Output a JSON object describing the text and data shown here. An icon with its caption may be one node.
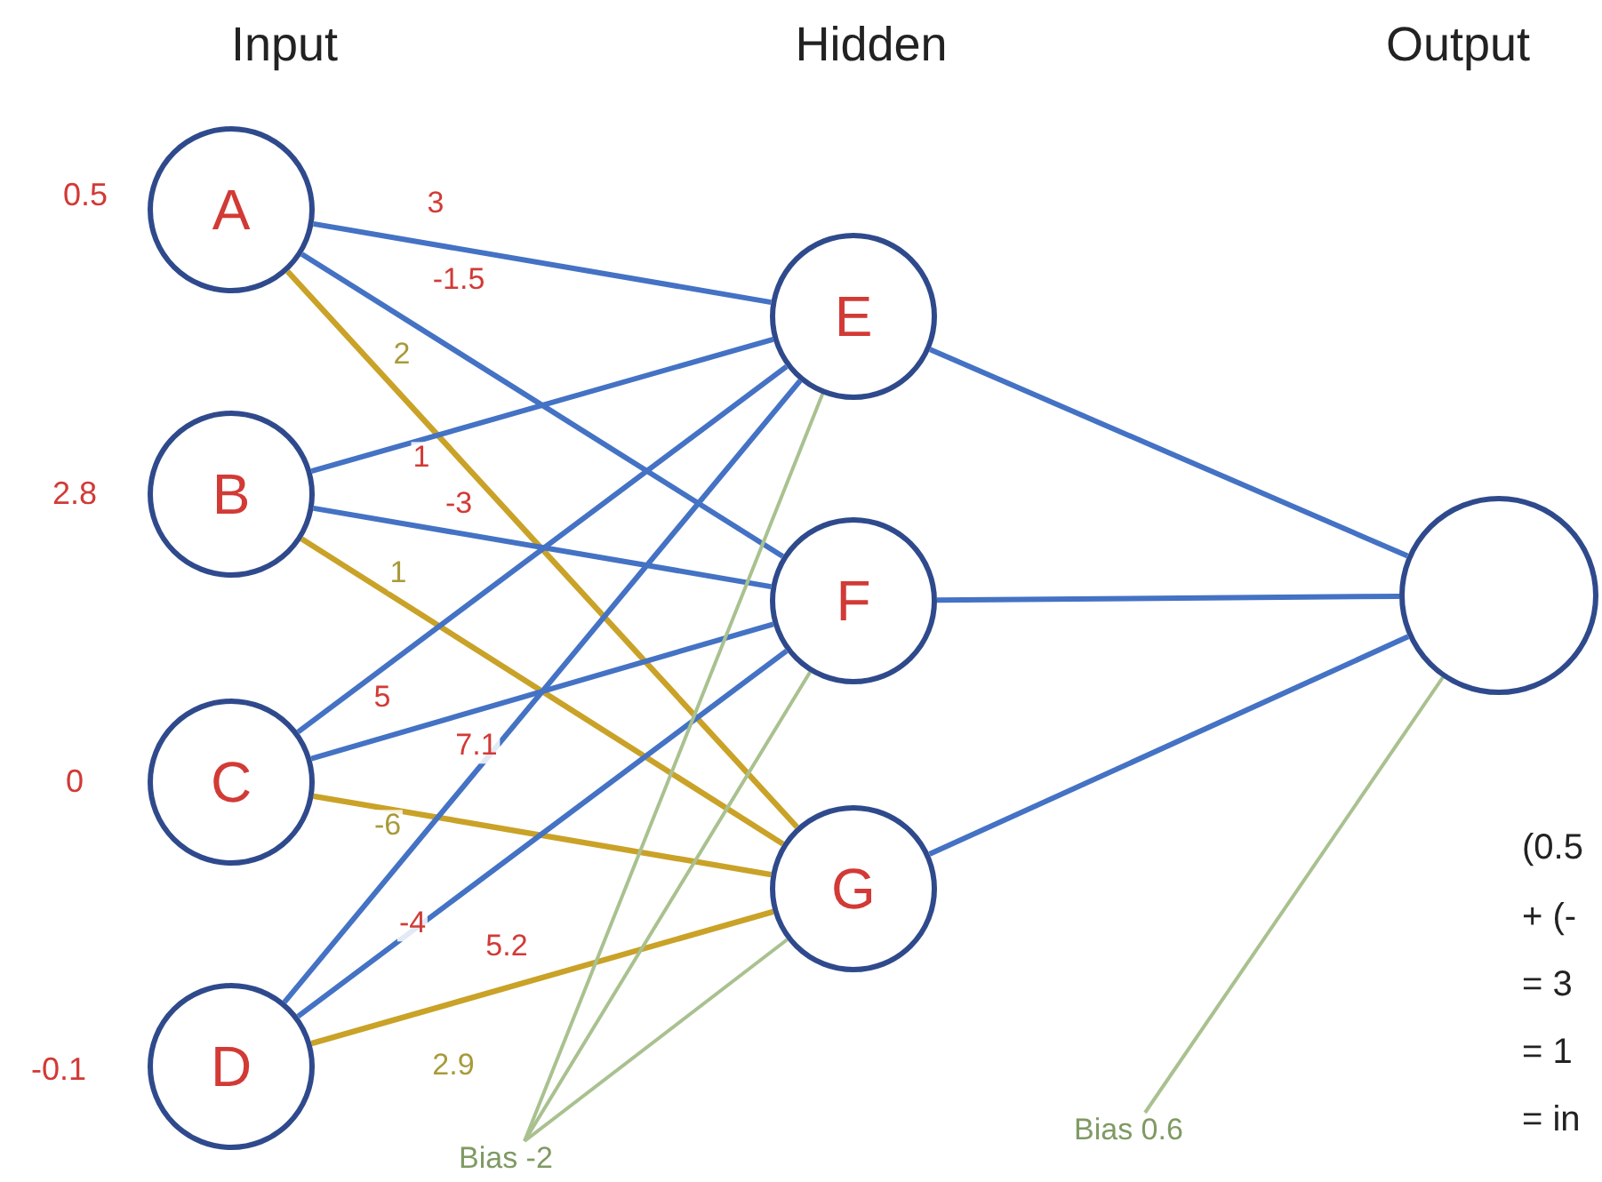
{
  "diagram": {
    "nodes": [
      {
        "text": [
          "A"
        ],
        "beside": [
          "0.5"
        ]
      },
      {
        "text": [
          "B"
        ],
        "beside": [
          "2.8"
        ]
      },
      {
        "text": [
          "C"
        ],
        "beside": [
          "0"
        ]
      },
      {
        "text": [
          "D"
        ],
        "beside": [
          "-0.1"
        ]
      },
      {
        "text": [
          "E"
        ]
      },
      {
        "text": [
          "F"
        ]
      },
      {
        "text": [
          "G"
        ]
      },
      {
        "text": [],
        "shape": "circle"
      },
      {
        "text": [
          "Bias -2"
        ]
      },
      {
        "text": [
          "Bias 0.6"
        ]
      }
    ],
    "edges": [
      {
        "from": 0,
        "to": 4,
        "arrow": "none",
        "label": "3"
      },
      {
        "from": 0,
        "to": 5,
        "arrow": "none",
        "label": "-1.5"
      },
      {
        "from": 0,
        "to": 6,
        "arrow": "none",
        "label": "2",
        "color": "#c9a227"
      },
      {
        "from": 1,
        "to": 4,
        "arrow": "none",
        "label": "1"
      },
      {
        "from": 1,
        "to": 5,
        "arrow": "none",
        "label": "-3"
      },
      {
        "from": 1,
        "to": 6,
        "arrow": "none",
        "label": "1",
        "color": "#c9a227"
      },
      {
        "from": 2,
        "to": 4,
        "arrow": "none",
        "label": "5"
      },
      {
        "from": 2,
        "to": 5,
        "arrow": "none",
        "label": "7.1"
      },
      {
        "from": 2,
        "to": 6,
        "arrow": "none",
        "label": "-6",
        "color": "#c9a227"
      },
      {
        "from": 3,
        "to": 4,
        "arrow": "none",
        "label": "-4"
      },
      {
        "from": 3,
        "to": 5,
        "arrow": "none",
        "label": "5.2"
      },
      {
        "from": 3,
        "to": 6,
        "arrow": "none",
        "label": "2.9",
        "color": "#c9a227"
      },
      {
        "from": 4,
        "to": 7,
        "arrow": "none"
      },
      {
        "from": 5,
        "to": 7,
        "arrow": "none"
      },
      {
        "from": 6,
        "to": 7,
        "arrow": "none"
      },
      {
        "from": 8,
        "to": 4,
        "arrow": "none",
        "color": "#a9c18f"
      },
      {
        "from": 8,
        "to": 5,
        "arrow": "none",
        "color": "#a9c18f"
      },
      {
        "from": 8,
        "to": 6,
        "arrow": "none",
        "color": "#a9c18f"
      },
      {
        "from": 9,
        "to": 7,
        "arrow": "none",
        "color": "#a9c18f"
      }
    ],
    "labels": [
      "Input",
      "Hidden",
      "Output",
      "(0.5",
      "+ (-",
      "= 3",
      "= 1",
      "= in"
    ]
  }
}
